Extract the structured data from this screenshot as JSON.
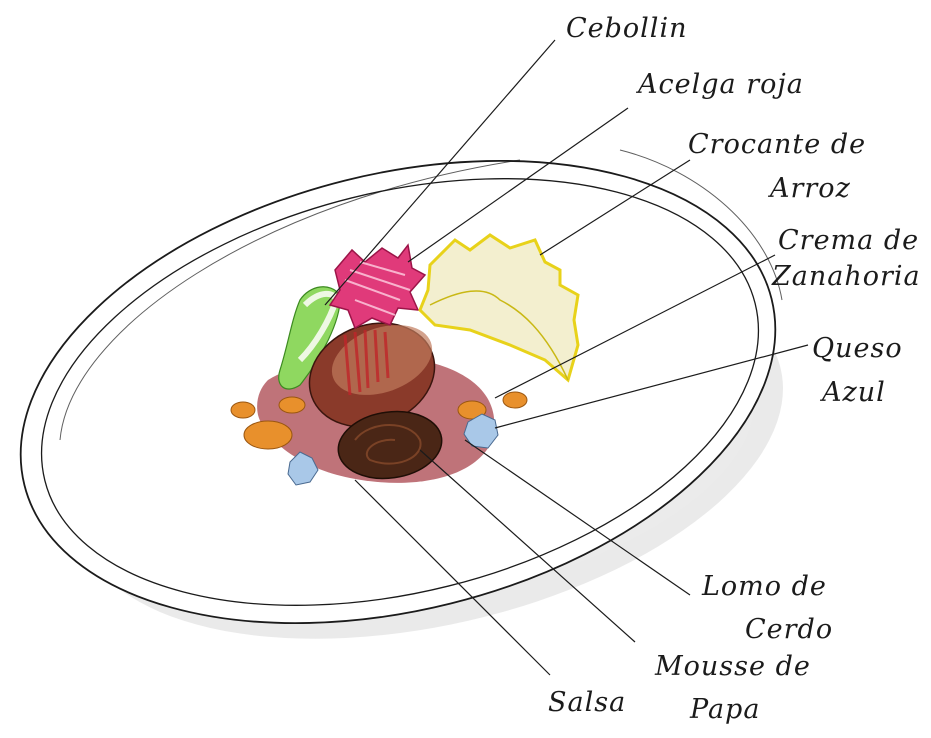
{
  "labels": {
    "cebollin": "Cebollin",
    "acelga_roja": "Acelga roja",
    "crocante_de_arroz_1": "Crocante de",
    "crocante_de_arroz_2": "Arroz",
    "crema_de_zanahoria_1": "Crema de",
    "crema_de_zanahoria_2": "Zanahoria",
    "queso_azul_1": "Queso",
    "queso_azul_2": "Azul",
    "lomo_de_cerdo_1": "Lomo de",
    "lomo_de_cerdo_2": "Cerdo",
    "mousse_de_papa_1": "Mousse de",
    "mousse_de_papa_2": "Papa",
    "salsa": "Salsa"
  },
  "colors": {
    "ink": "#1b1b1b",
    "plate_shadow": "#d4d4d4",
    "sauce": "#b45a62",
    "pork": "#8a3a2a",
    "mousse": "#4a2616",
    "beet": "#e03a7a",
    "rice_crisp": "#f3efcf",
    "rice_outline": "#e8d21a",
    "chive": "#8fd860",
    "carrot": "#e8902c",
    "blue_cheese": "#a9c8e8"
  }
}
